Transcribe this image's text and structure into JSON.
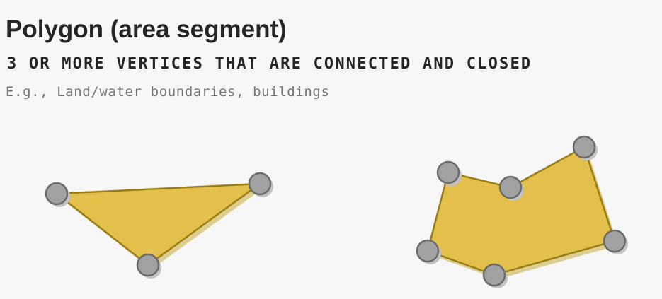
{
  "header": {
    "title": "Polygon (area segment)",
    "subtitle": "3 OR MORE VERTICES THAT ARE CONNECTED AND CLOSED",
    "example": "E.g., Land/water boundaries, buildings"
  },
  "colors": {
    "fill": "#e3bf4c",
    "stroke": "#9a7e12",
    "shadow": "#dccd93",
    "vertex_fill": "#a1a1a1",
    "vertex_stroke": "#6b6b6b",
    "vertex_shadow": "#c2c2c2"
  },
  "polygons": [
    {
      "name": "triangle",
      "vertex_count": 3
    },
    {
      "name": "hexagon",
      "vertex_count": 6
    }
  ]
}
